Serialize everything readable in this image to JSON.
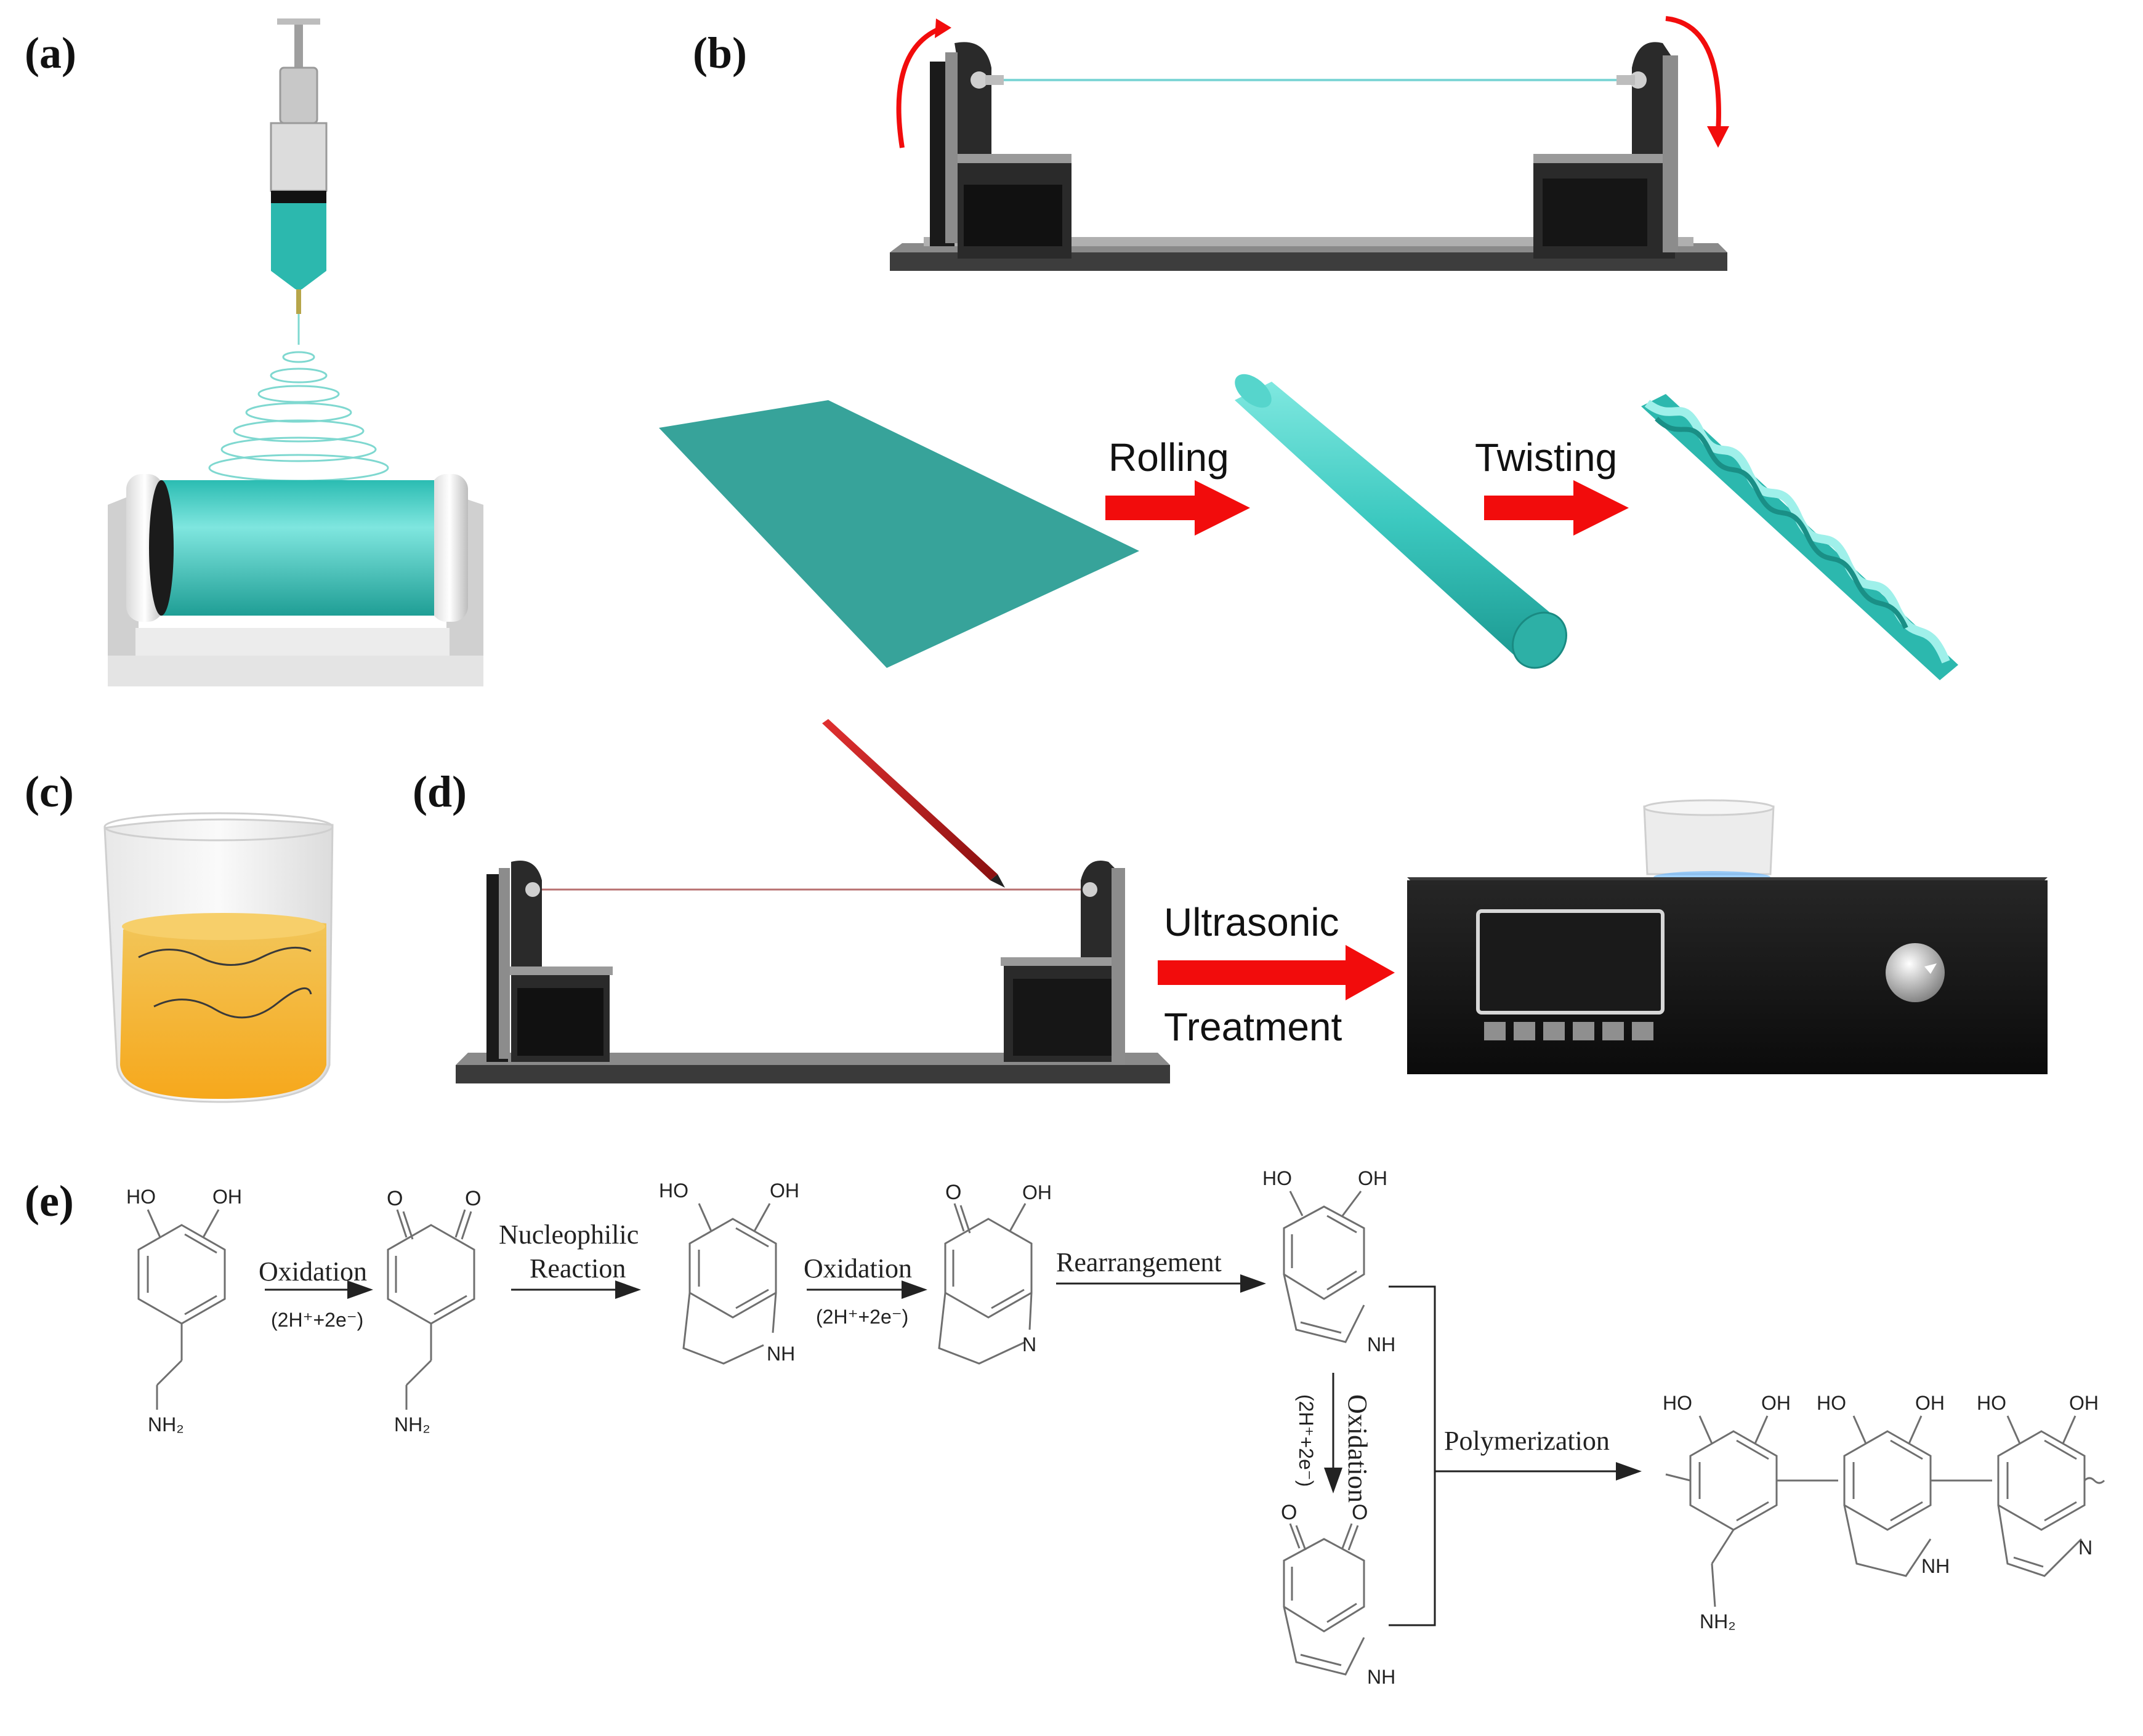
{
  "panels": {
    "a": "(a)",
    "b": "(b)",
    "c": "(c)",
    "d": "(d)",
    "e": "(e)"
  },
  "process": {
    "rolling": "Rolling",
    "twisting": "Twisting",
    "ultrasonic": "Ultrasonic",
    "treatment": "Treatment"
  },
  "scheme": {
    "oxidation": "Oxidation",
    "electrons": "(2H⁺+2e⁻)",
    "nucleophilic": "Nucleophilic",
    "reaction": "Reaction",
    "rearrangement": "Rearrangement",
    "polymerization": "Polymerization",
    "ho": "HO",
    "oh": "OH",
    "nh2": "NH₂",
    "nh": "NH",
    "n": "N",
    "o": "O"
  },
  "colors": {
    "teal": "#37a39a",
    "cyan": "#3cc9c0",
    "arrow_red": "#f20c0c",
    "liquid": "#f5b32c",
    "device": "#151515",
    "structure_line": "#6f6f6f"
  }
}
